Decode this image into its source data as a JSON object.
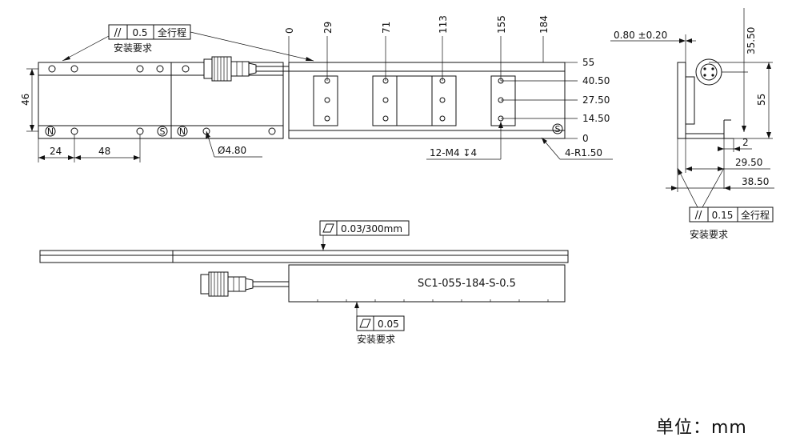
{
  "tolerance_top": {
    "symbol": "//",
    "value": "0.5",
    "note": "全行程",
    "label": "安装要求"
  },
  "tolerance_side": {
    "symbol": "//",
    "value": "0.15",
    "note": "全行程",
    "label": "安装要求"
  },
  "flatness_rail": {
    "value": "0.03/300mm"
  },
  "flatness_mount": {
    "value": "0.05",
    "label": "安装要求"
  },
  "top_scale": [
    "0",
    "29",
    "71",
    "113",
    "155",
    "184"
  ],
  "right_scale": [
    "55",
    "40.50",
    "27.50",
    "14.50",
    "0"
  ],
  "dims": {
    "height_46": "46",
    "d24": "24",
    "d48": "48",
    "hole_dia": "Ø4.80",
    "thread": "12-M4 ↧4",
    "radius": "4-R1.50",
    "side_gap": "0.80 ±0.20",
    "side_3550": "35.50",
    "side_55": "55",
    "side_2": "2",
    "side_2950": "29.50",
    "side_3850": "38.50"
  },
  "magnet_marks": {
    "north": "N",
    "south": "S"
  },
  "model": "SC1-055-184-S-0.5",
  "unit_label": "单位：mm"
}
